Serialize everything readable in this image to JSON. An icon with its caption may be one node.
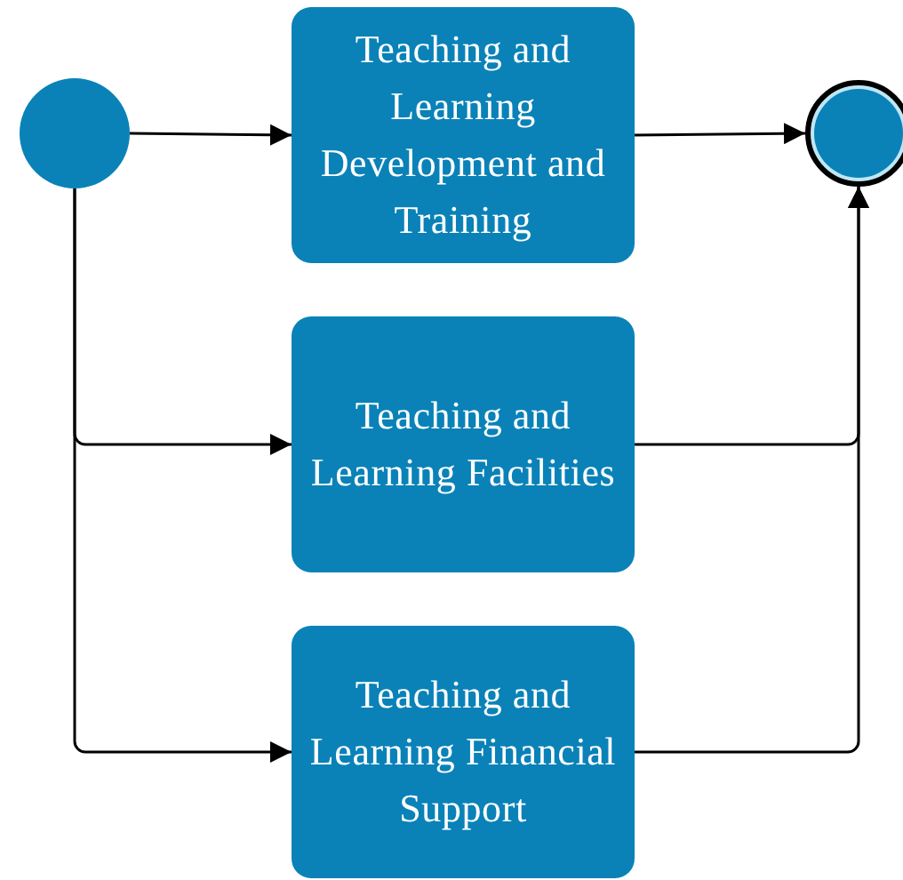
{
  "diagram": {
    "nodes": [
      {
        "text": [],
        "shape": "circle"
      },
      {
        "text": [
          "Teaching and Learning Development and Training"
        ]
      },
      {
        "text": [
          "Teaching and Learning Facilities"
        ]
      },
      {
        "text": [
          "Teaching and Learning Financial Support"
        ]
      },
      {
        "text": [],
        "shape": "circle"
      }
    ],
    "edges": [
      {
        "from": 0,
        "to": 1,
        "arrow": "to"
      },
      {
        "from": 0,
        "to": 2,
        "arrow": "to"
      },
      {
        "from": 0,
        "to": 3,
        "arrow": "to"
      },
      {
        "from": 1,
        "to": 4,
        "arrow": "to"
      },
      {
        "from": 2,
        "to": 4,
        "arrow": "to"
      },
      {
        "from": 3,
        "to": 4,
        "arrow": "to"
      }
    ]
  }
}
